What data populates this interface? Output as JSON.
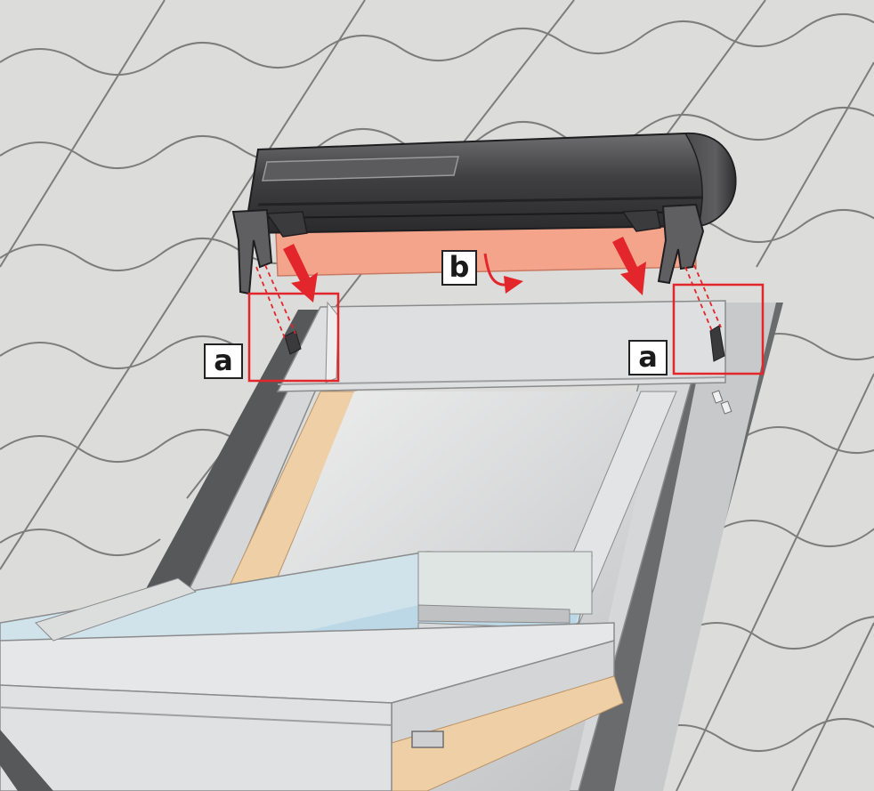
{
  "callouts": {
    "a_left": "a",
    "a_right": "a",
    "b": "b"
  },
  "colors": {
    "roof_tile": "#dcdcda",
    "tile_line": "#7d7d7d",
    "housing": "#4a4a4c",
    "shade_fabric": "#f5a48c",
    "frame": "#d9dbdc",
    "glass": "#c6dde8",
    "wood": "#efcfa6",
    "arrow": "#e2262b",
    "highlight_box": "#e2262b"
  },
  "icons": [
    "down-arrow-icon",
    "curved-arrow-icon",
    "dashed-guide-line"
  ]
}
